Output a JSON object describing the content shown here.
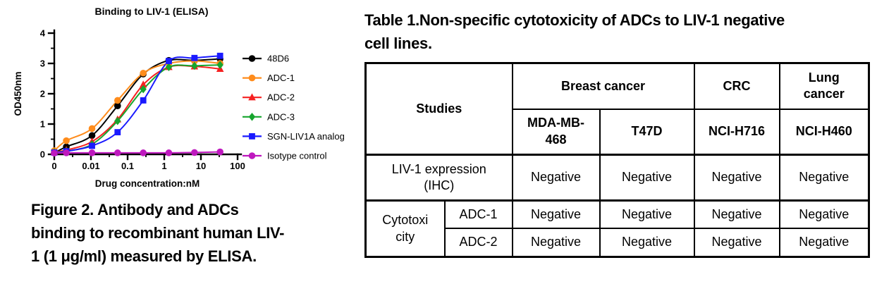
{
  "figure2": {
    "caption": "Figure 2. Antibody and ADCs\nbinding to recombinant human LIV-\n1 (1 μg/ml) measured by ELISA."
  },
  "chart_data": {
    "type": "line",
    "title": "Binding to LIV-1 (ELISA)",
    "xlabel": "Drug concentration:nM",
    "ylabel": "OD450nm",
    "x_scale": "log",
    "x_tick_values": [
      0,
      0.01,
      0.1,
      1,
      10,
      100
    ],
    "x_tick_labels": [
      "0",
      "0.01",
      "0.1",
      "1",
      "10",
      "100"
    ],
    "ylim": [
      0,
      4
    ],
    "y_ticks": [
      0,
      1,
      2,
      3,
      4
    ],
    "y_minor_ticks": [
      0.5,
      1.5,
      2.5,
      3.5
    ],
    "legend_position": "right",
    "grid": false,
    "x": [
      0,
      0.00213,
      0.0107,
      0.0533,
      0.267,
      1.33,
      6.67,
      33.3
    ],
    "series": [
      {
        "name": "48D6",
        "color": "#000000",
        "marker": "circle",
        "values": [
          0.05,
          0.25,
          0.62,
          1.6,
          2.65,
          3.1,
          3.1,
          3.15
        ]
      },
      {
        "name": "ADC-1",
        "color": "#FF8C1C",
        "marker": "circle",
        "values": [
          0.12,
          0.45,
          0.85,
          1.78,
          2.68,
          3.0,
          3.08,
          3.0
        ]
      },
      {
        "name": "ADC-2",
        "color": "#F62020",
        "marker": "triangle",
        "values": [
          0.08,
          0.14,
          0.42,
          1.15,
          2.3,
          2.88,
          2.9,
          2.82
        ]
      },
      {
        "name": "ADC-3",
        "color": "#17A52E",
        "marker": "diamond",
        "values": [
          0.07,
          0.1,
          0.33,
          1.1,
          2.15,
          2.88,
          2.92,
          2.95
        ]
      },
      {
        "name": "SGN-LIV1A analog",
        "color": "#1A1AFF",
        "marker": "square",
        "values": [
          0.06,
          0.1,
          0.28,
          0.73,
          1.78,
          3.08,
          3.18,
          3.25
        ]
      },
      {
        "name": "Isotype control",
        "color": "#BE18BE",
        "marker": "circle",
        "values": [
          0.04,
          0.05,
          0.05,
          0.05,
          0.05,
          0.05,
          0.06,
          0.08
        ]
      }
    ]
  },
  "table1": {
    "title": "Table 1.Non-specific cytotoxicity of ADCs to LIV-1 negative\ncell lines.",
    "header": {
      "studies": "Studies",
      "group_breast": "Breast cancer",
      "group_crc": "CRC",
      "group_lung": "Lung\ncancer",
      "col_mda": "MDA-MB-\n468",
      "col_t47d": "T47D",
      "col_h716": "NCI-H716",
      "col_h460": "NCI-H460"
    },
    "cytotoxicity_label": "Cytotoxi\ncity",
    "rows": [
      {
        "label": "LIV-1 expression\n(IHC)",
        "values": [
          "Negative",
          "Negative",
          "Negative",
          "Negative"
        ]
      },
      {
        "label": "ADC-1",
        "values": [
          "Negative",
          "Negative",
          "Negative",
          "Negative"
        ]
      },
      {
        "label": "ADC-2",
        "values": [
          "Negative",
          "Negative",
          "Negative",
          "Negative"
        ]
      }
    ]
  }
}
